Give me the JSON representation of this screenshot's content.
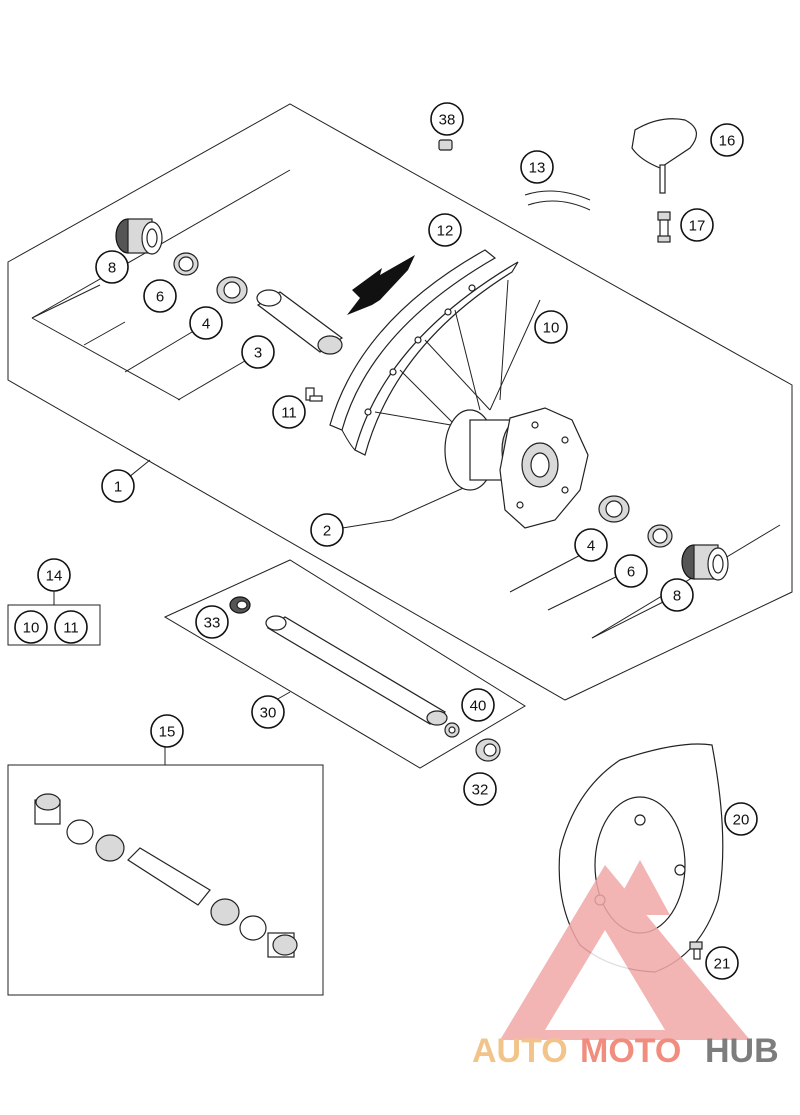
{
  "diagram": {
    "callouts": [
      {
        "id": "c38",
        "label": "38"
      },
      {
        "id": "c16",
        "label": "16"
      },
      {
        "id": "c13",
        "label": "13"
      },
      {
        "id": "c17",
        "label": "17"
      },
      {
        "id": "c12",
        "label": "12"
      },
      {
        "id": "c8a",
        "label": "8"
      },
      {
        "id": "c6a",
        "label": "6"
      },
      {
        "id": "c4a",
        "label": "4"
      },
      {
        "id": "c3",
        "label": "3"
      },
      {
        "id": "c10",
        "label": "10"
      },
      {
        "id": "c11",
        "label": "11"
      },
      {
        "id": "c1",
        "label": "1"
      },
      {
        "id": "c2",
        "label": "2"
      },
      {
        "id": "c4b",
        "label": "4"
      },
      {
        "id": "c6b",
        "label": "6"
      },
      {
        "id": "c8b",
        "label": "8"
      },
      {
        "id": "c14",
        "label": "14"
      },
      {
        "id": "c14a",
        "label": "10"
      },
      {
        "id": "c14b",
        "label": "11"
      },
      {
        "id": "c33",
        "label": "33"
      },
      {
        "id": "c30",
        "label": "30"
      },
      {
        "id": "c40",
        "label": "40"
      },
      {
        "id": "c32",
        "label": "32"
      },
      {
        "id": "c15",
        "label": "15"
      },
      {
        "id": "c20",
        "label": "20"
      },
      {
        "id": "c21",
        "label": "21"
      }
    ]
  },
  "watermark": {
    "part1": "AUTO",
    "part2": "MOTO",
    "part3": "HUB",
    "color1": "#f2c48a",
    "color2": "#f08d7e",
    "color3": "#7d7d7d",
    "triangle_color": "#f1a8a8"
  }
}
